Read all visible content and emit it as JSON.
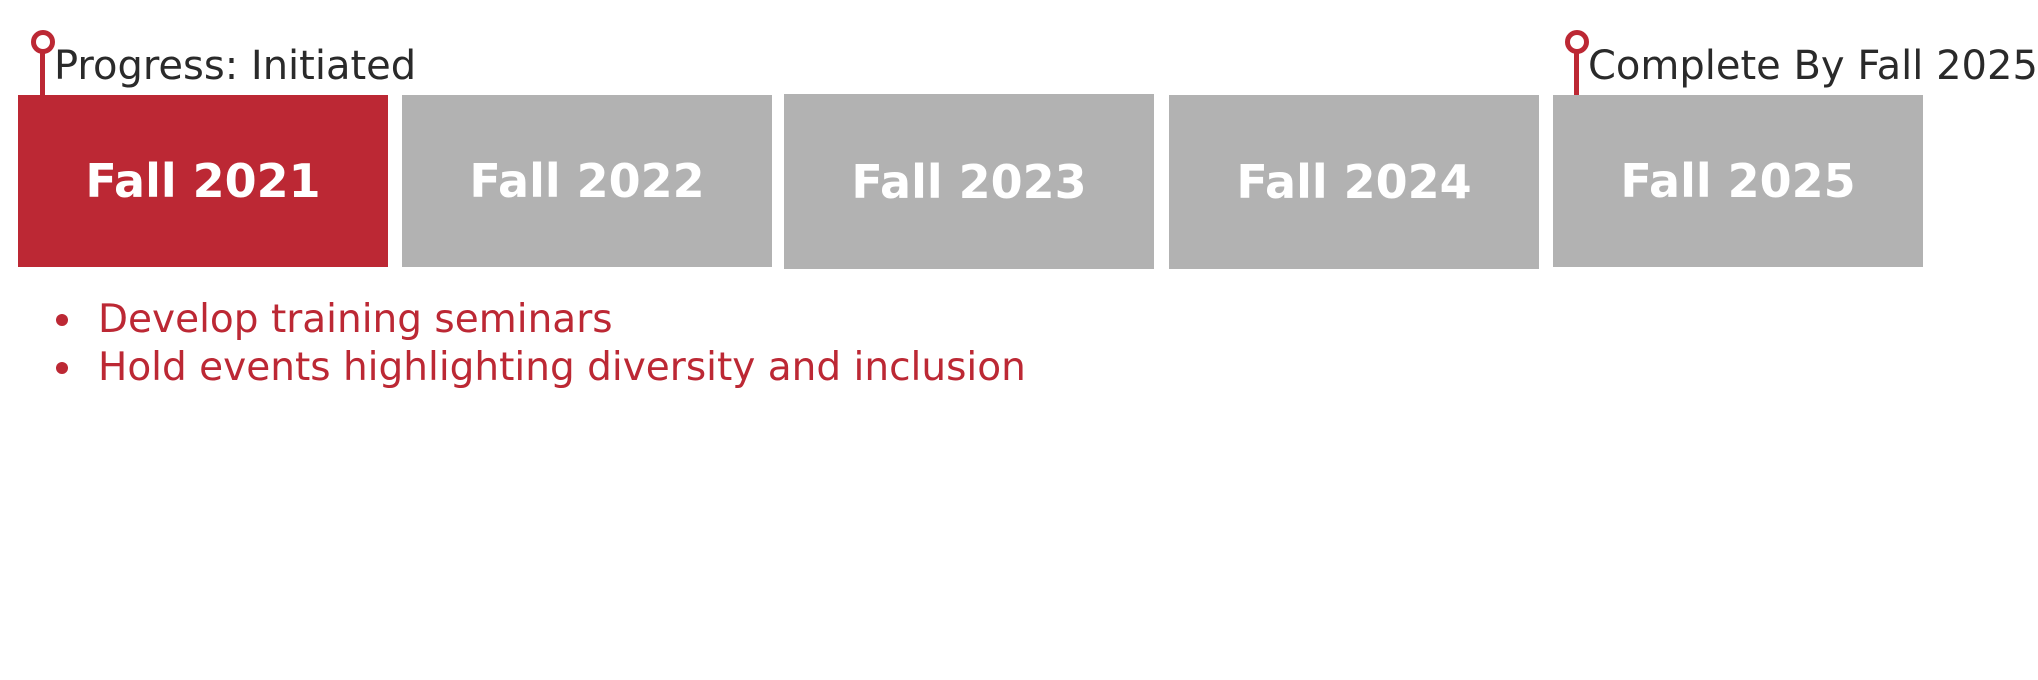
{
  "progress_marker": {
    "label": "Progress: Initiated"
  },
  "completion_marker": {
    "label": "Complete By Fall 2025"
  },
  "periods": [
    {
      "label": "Fall 2021",
      "status": "active"
    },
    {
      "label": "Fall 2022",
      "status": "pending"
    },
    {
      "label": "Fall 2023",
      "status": "pending"
    },
    {
      "label": "Fall 2024",
      "status": "pending"
    },
    {
      "label": "Fall 2025",
      "status": "pending"
    }
  ],
  "tasks": [
    "Develop training seminars",
    "Hold events highlighting diversity and inclusion"
  ],
  "colors": {
    "accent": "#bc2834",
    "inactive": "#b2b2b2",
    "text": "#2a2a2a"
  },
  "icons": {
    "marker": "map-pin-icon",
    "bullet": "bullet-dot-icon"
  }
}
